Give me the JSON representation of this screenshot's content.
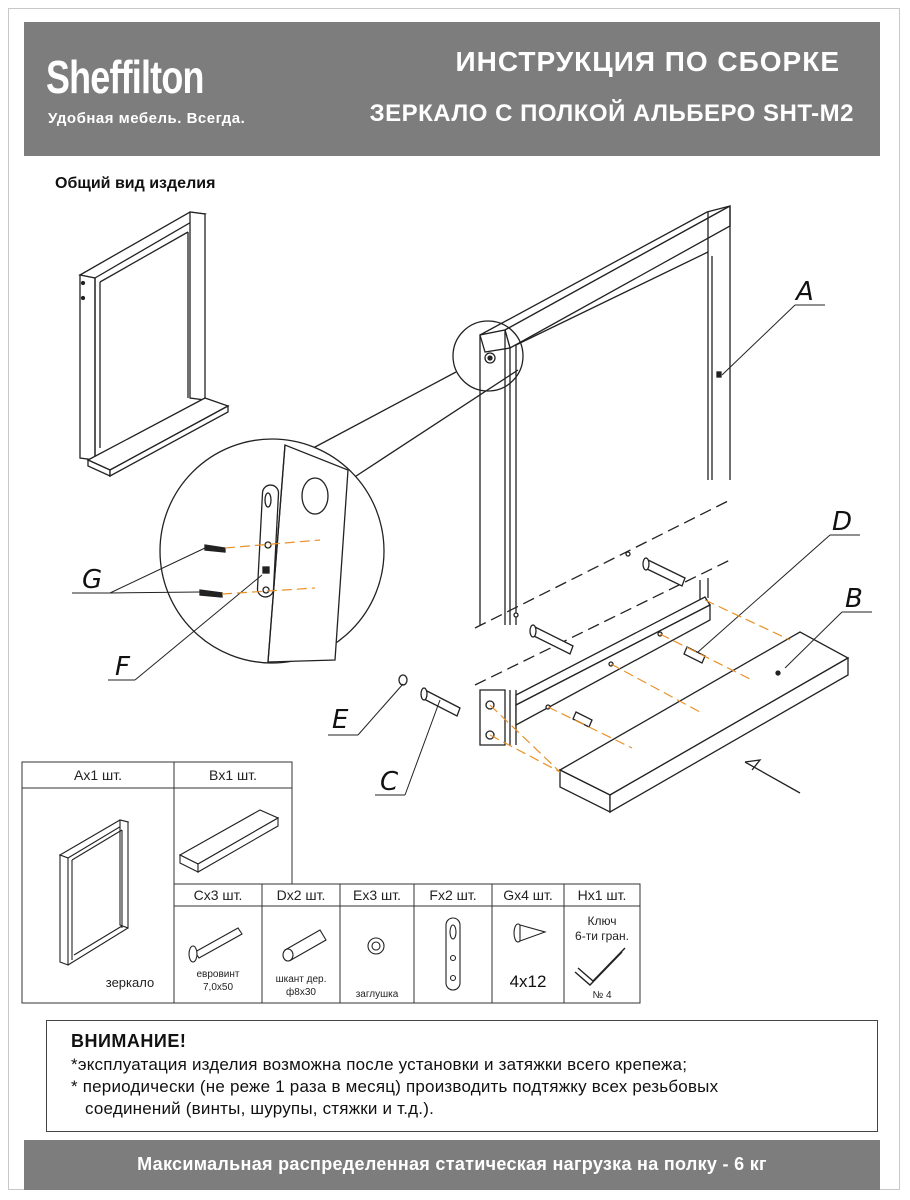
{
  "brand": {
    "name": "Sheffilton",
    "slogan": "Удобная мебель. Всегда."
  },
  "header": {
    "title": "ИНСТРУКЦИЯ ПО СБОРКЕ",
    "product": "ЗЕРКАЛО С ПОЛКОЙ АЛЬБЕРО SHT-M2"
  },
  "general_view_label": "Общий вид изделия",
  "diagram_labels": {
    "A": "A",
    "B": "B",
    "C": "C",
    "D": "D",
    "E": "E",
    "F": "F",
    "G": "G"
  },
  "parts": {
    "A": {
      "header": "Ax1 шт.",
      "caption": "зеркало"
    },
    "B": {
      "header": "Bx1 шт."
    },
    "C": {
      "header": "Cx3 шт.",
      "caption_1": "евровинт",
      "caption_2": "7,0x50"
    },
    "D": {
      "header": "Dx2 шт.",
      "caption_1": "шкант дер.",
      "caption_2": "ф8x30"
    },
    "E": {
      "header": "Ex3 шт.",
      "caption_1": "заглушка"
    },
    "F": {
      "header": "Fx2 шт."
    },
    "G": {
      "header": "Gx4 шт.",
      "size": "4x12"
    },
    "H": {
      "header": "Hx1 шт.",
      "caption_1": "Ключ",
      "caption_2": "6-ти гран.",
      "caption_3": "№ 4"
    }
  },
  "notice": {
    "title": "ВНИМАНИЕ!",
    "line1": "*эксплуатация изделия возможна после установки и затяжки всего крепежа;",
    "line2": "* периодически (не реже 1 раза в месяц) производить подтяжку всех резьбовых",
    "line3": "соединений (винты, шурупы, стяжки и т.д.)."
  },
  "footer": {
    "text": "Максимальная распределенная статическая нагрузка на полку - 6 кг"
  },
  "colors": {
    "header_bg": "#7d7d7d",
    "assembly_lines": "#e8922a"
  }
}
